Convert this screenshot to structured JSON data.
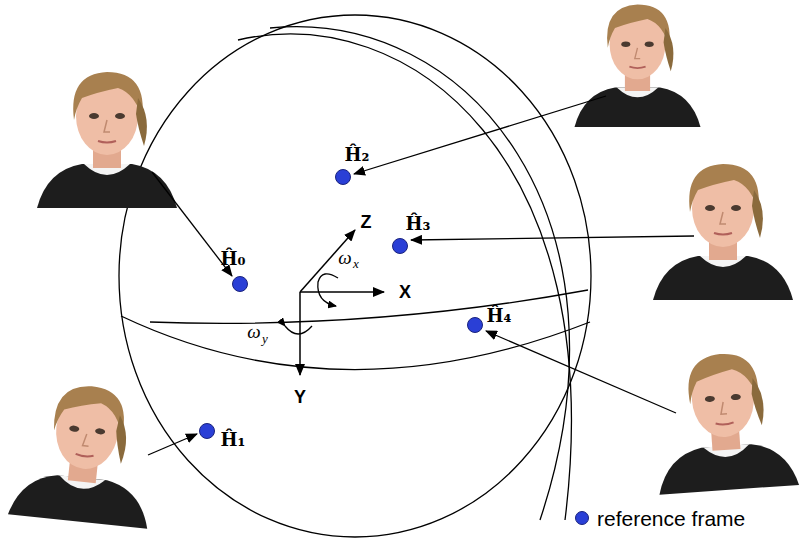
{
  "diagram": {
    "labels": [
      "Ĥ₂",
      "Z",
      "Ĥ₃",
      "ω",
      "x",
      "Ĥ₀",
      "X",
      "ω",
      "y",
      "Ĥ₄",
      "Y",
      "Ĥ₁"
    ],
    "legend": [
      {
        "text": "reference frame",
        "color": "#2a3fd6"
      }
    ]
  }
}
